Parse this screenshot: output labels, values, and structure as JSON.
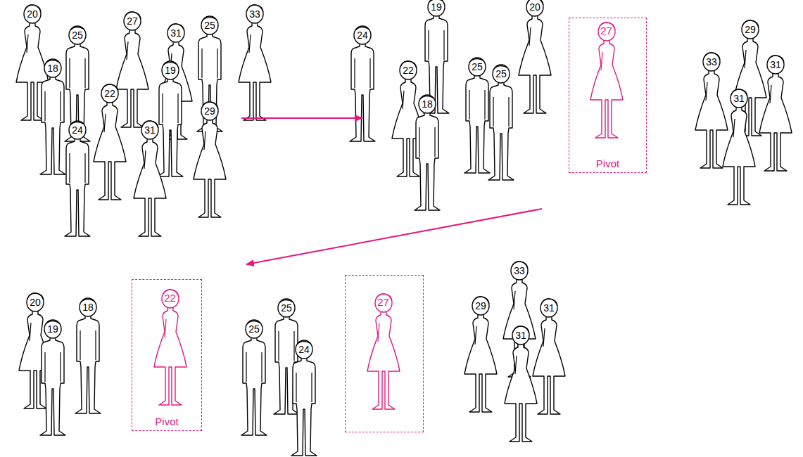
{
  "diagram": {
    "nodes": [
      {
        "text": [
          "20"
        ]
      },
      {
        "text": [
          "25"
        ]
      },
      {
        "text": [
          "27"
        ]
      },
      {
        "text": [
          "31"
        ]
      },
      {
        "text": [
          "25"
        ]
      },
      {
        "text": [
          "33"
        ]
      },
      {
        "text": [
          "18"
        ]
      },
      {
        "text": [
          "19"
        ]
      },
      {
        "text": [
          "22"
        ]
      },
      {
        "text": [
          "29"
        ]
      },
      {
        "text": [
          "24"
        ]
      },
      {
        "text": [
          "31"
        ]
      },
      {
        "text": [
          "19"
        ]
      },
      {
        "text": [
          "20"
        ]
      },
      {
        "text": [
          "24"
        ]
      },
      {
        "text": [
          "22"
        ]
      },
      {
        "text": [
          "25"
        ]
      },
      {
        "text": [
          "25"
        ]
      },
      {
        "text": [
          "18"
        ]
      },
      {
        "text": [
          "Pivot"
        ]
      },
      {
        "text": [
          "27"
        ],
        "in": 19
      },
      {
        "text": [
          "29"
        ]
      },
      {
        "text": [
          "33"
        ]
      },
      {
        "text": [
          "31"
        ]
      },
      {
        "text": [
          "31"
        ]
      },
      {
        "text": [
          "20"
        ]
      },
      {
        "text": [
          "18"
        ]
      },
      {
        "text": [
          "19"
        ]
      },
      {
        "text": [
          "Pivot"
        ]
      },
      {
        "text": [
          "22"
        ],
        "in": 28
      },
      {
        "text": [
          "25"
        ]
      },
      {
        "text": [
          "25"
        ]
      },
      {
        "text": [
          "24"
        ]
      },
      {
        "text": []
      },
      {
        "text": [
          "27"
        ],
        "in": 33
      },
      {
        "text": [
          "33"
        ]
      },
      {
        "text": [
          "29"
        ]
      },
      {
        "text": [
          "31"
        ]
      },
      {
        "text": [
          "31"
        ]
      }
    ]
  }
}
